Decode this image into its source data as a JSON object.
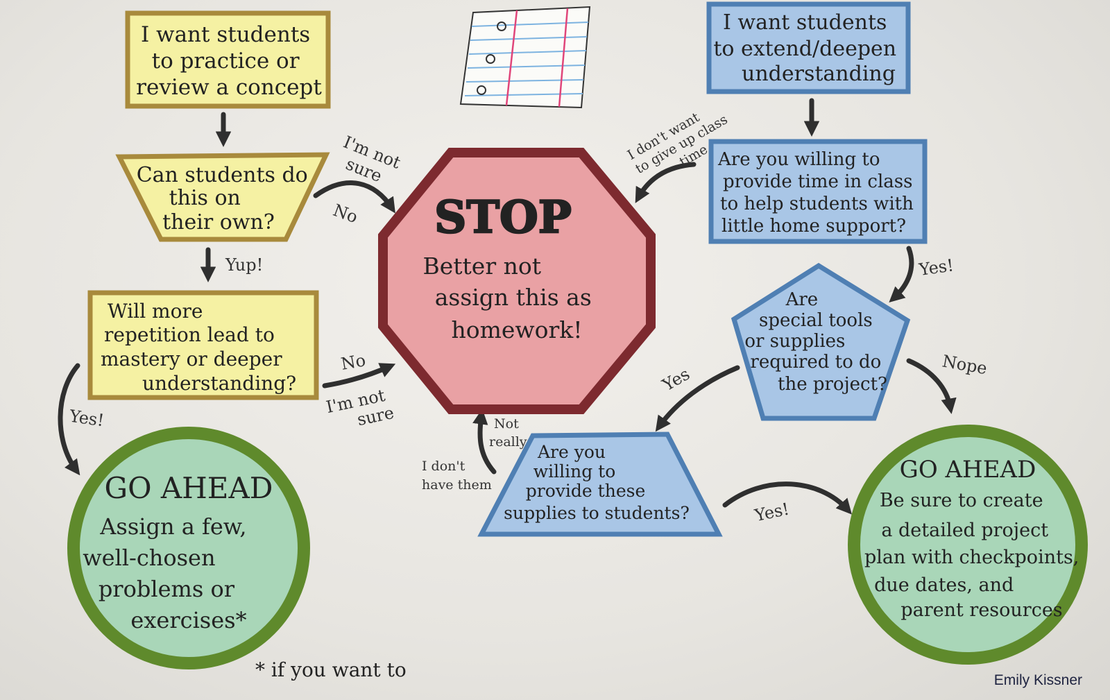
{
  "colors": {
    "yellow_fill": "#f5f1a3",
    "yellow_border": "#a88a3c",
    "blue_fill": "#a9c6e6",
    "blue_border": "#4f7fb3",
    "stop_fill": "#e9a1a4",
    "stop_border": "#7d2a2f",
    "green_fill": "#a9d6b8",
    "green_border": "#5f8a2c"
  },
  "icons": {
    "notebook": "notebook-paper-icon"
  },
  "nodes": {
    "practice_start": [
      "I want students",
      "to practice or",
      "review a concept"
    ],
    "on_own_question": [
      "Can students do",
      "this on",
      "their own?"
    ],
    "repetition_question": [
      "Will more",
      "repetition lead to",
      "mastery or deeper",
      "understanding?"
    ],
    "go_ahead_left_title": "GO AHEAD",
    "go_ahead_left_body": [
      "Assign a few,",
      "well-chosen",
      "problems or",
      "exercises*"
    ],
    "footnote": "* if you want to",
    "stop_title": "STOP",
    "stop_body": [
      "Better not",
      "assign this as",
      "homework!"
    ],
    "extend_start": [
      "I want students",
      "to extend/deepen",
      "understanding"
    ],
    "class_time_question": [
      "Are you willing to",
      "provide time in class",
      "to help students with",
      "little home support?"
    ],
    "tools_question": [
      "Are",
      "special tools",
      "or supplies",
      "required to do",
      "the project?"
    ],
    "supplies_question": [
      "Are you",
      "willing to",
      "provide these",
      "supplies to students?"
    ],
    "go_ahead_right_title": "GO AHEAD",
    "go_ahead_right_body": [
      "Be sure to create",
      "a detailed project",
      "plan with checkpoints,",
      "due dates, and",
      "parent resources"
    ]
  },
  "labels": {
    "im_not_sure_top": [
      "I'm not",
      "sure"
    ],
    "no_top": "No",
    "yup": "Yup!",
    "no_lower": "No",
    "im_not_sure_lower": [
      "I'm not",
      "sure"
    ],
    "yes_left": "Yes!",
    "dont_want_class": [
      "I don't want",
      "to give up class",
      "time"
    ],
    "yes_right": "Yes!",
    "nope": "Nope",
    "yes_tools": "Yes",
    "not_really": [
      "Not",
      "really"
    ],
    "dont_have_them": [
      "I don't",
      "have them"
    ],
    "yes_supplies": "Yes!"
  },
  "credit": "Emily Kissner"
}
